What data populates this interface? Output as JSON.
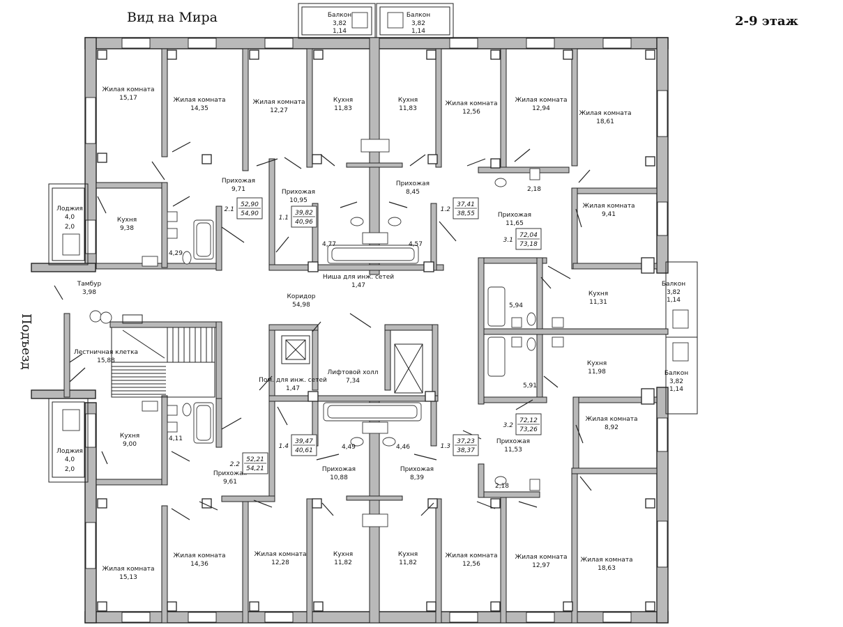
{
  "header": {
    "street_view": "Вид на Мира",
    "floor": "2-9 этаж",
    "entrance": "Подъезд"
  },
  "rooms": [
    {
      "id": "r1",
      "name": "Жилая комната",
      "area": "15,17"
    },
    {
      "id": "r2",
      "name": "Жилая комната",
      "area": "14,35"
    },
    {
      "id": "r3",
      "name": "Жилая комната",
      "area": "12,27"
    },
    {
      "id": "r4",
      "name": "Кухня",
      "area": "11,83"
    },
    {
      "id": "r5",
      "name": "Кухня",
      "area": "11,83"
    },
    {
      "id": "r6",
      "name": "Жилая комната",
      "area": "12,56"
    },
    {
      "id": "r7",
      "name": "Жилая комната",
      "area": "12,94"
    },
    {
      "id": "r8",
      "name": "Жилая комната",
      "area": "18,61"
    },
    {
      "id": "r9",
      "name": "Прихожая",
      "area": "9,71"
    },
    {
      "id": "r10",
      "name": "Прихожая",
      "area": "10,95"
    },
    {
      "id": "r11",
      "name": "Прихожая",
      "area": "8,45"
    },
    {
      "id": "r12",
      "name": "Кухня",
      "area": "9,38"
    },
    {
      "id": "r13",
      "name": "Лоджия",
      "area": "4,0"
    },
    {
      "id": "r14",
      "name": "Прихожая",
      "area": "11,65"
    },
    {
      "id": "r15",
      "name": "Жилая комната",
      "area": "9,41"
    },
    {
      "id": "r16",
      "name": "Тамбур",
      "area": "3,98"
    },
    {
      "id": "r17",
      "name": "Коридор",
      "area": "54,98"
    },
    {
      "id": "r18",
      "name": "Кухня",
      "area": "11,31"
    },
    {
      "id": "r19",
      "name": "Лестничная клетка",
      "area": "15,88"
    },
    {
      "id": "r20",
      "name": "Лифтовой холл",
      "area": "7,34"
    },
    {
      "id": "r21",
      "name": "Пом. для инж. сетей",
      "area": "1,47"
    },
    {
      "id": "r22",
      "name": "Ниша для инж. сетей",
      "area": "1,47"
    },
    {
      "id": "r23",
      "name": "Кухня",
      "area": "11,98"
    },
    {
      "id": "r24",
      "name": "Кухня",
      "area": "9,00"
    },
    {
      "id": "r25",
      "name": "Лоджия",
      "area": "4,0"
    },
    {
      "id": "r26",
      "name": "Жилая комната",
      "area": "8,92"
    },
    {
      "id": "r27",
      "name": "Прихожая",
      "area": "9,61"
    },
    {
      "id": "r28",
      "name": "Прихожая",
      "area": "10,88"
    },
    {
      "id": "r29",
      "name": "Прихожая",
      "area": "8,39"
    },
    {
      "id": "r30",
      "name": "Прихожая",
      "area": "11,53"
    },
    {
      "id": "r31",
      "name": "Жилая комната",
      "area": "15,13"
    },
    {
      "id": "r32",
      "name": "Жилая комната",
      "area": "14,36"
    },
    {
      "id": "r33",
      "name": "Жилая комната",
      "area": "12,28"
    },
    {
      "id": "r34",
      "name": "Кухня",
      "area": "11,82"
    },
    {
      "id": "r35",
      "name": "Кухня",
      "area": "11,82"
    },
    {
      "id": "r36",
      "name": "Жилая комната",
      "area": "12,56"
    },
    {
      "id": "r37",
      "name": "Жилая комната",
      "area": "12,97"
    },
    {
      "id": "r38",
      "name": "Жилая комната",
      "area": "18,63"
    }
  ],
  "balconies": [
    {
      "id": "b1",
      "name": "Балкон",
      "a1": "3,82",
      "a2": "1,14"
    },
    {
      "id": "b2",
      "name": "Балкон",
      "a1": "3,82",
      "a2": "1,14"
    },
    {
      "id": "b3",
      "name": "Балкон",
      "a1": "3,82",
      "a2": "1,14"
    },
    {
      "id": "b4",
      "name": "Балкон",
      "a1": "3,82",
      "a2": "1,14"
    }
  ],
  "loggia_second": [
    "2,0",
    "2,0"
  ],
  "small_areas": [
    "4,29",
    "4,77",
    "4,57",
    "2,18",
    "5,94",
    "5,91",
    "4,11",
    "4,49",
    "4,46",
    "2,18"
  ],
  "apartments": [
    {
      "id": "2.1",
      "a": "52,90",
      "b": "54,90"
    },
    {
      "id": "1.1",
      "a": "39,82",
      "b": "40,96"
    },
    {
      "id": "1.2",
      "a": "37,41",
      "b": "38,55"
    },
    {
      "id": "3.1",
      "a": "72,04",
      "b": "73,18"
    },
    {
      "id": "3.2",
      "a": "72,12",
      "b": "73,26"
    },
    {
      "id": "2.2",
      "a": "52,21",
      "b": "54,21"
    },
    {
      "id": "1.4",
      "a": "39,47",
      "b": "40,61"
    },
    {
      "id": "1.3",
      "a": "37,23",
      "b": "38,37"
    }
  ]
}
